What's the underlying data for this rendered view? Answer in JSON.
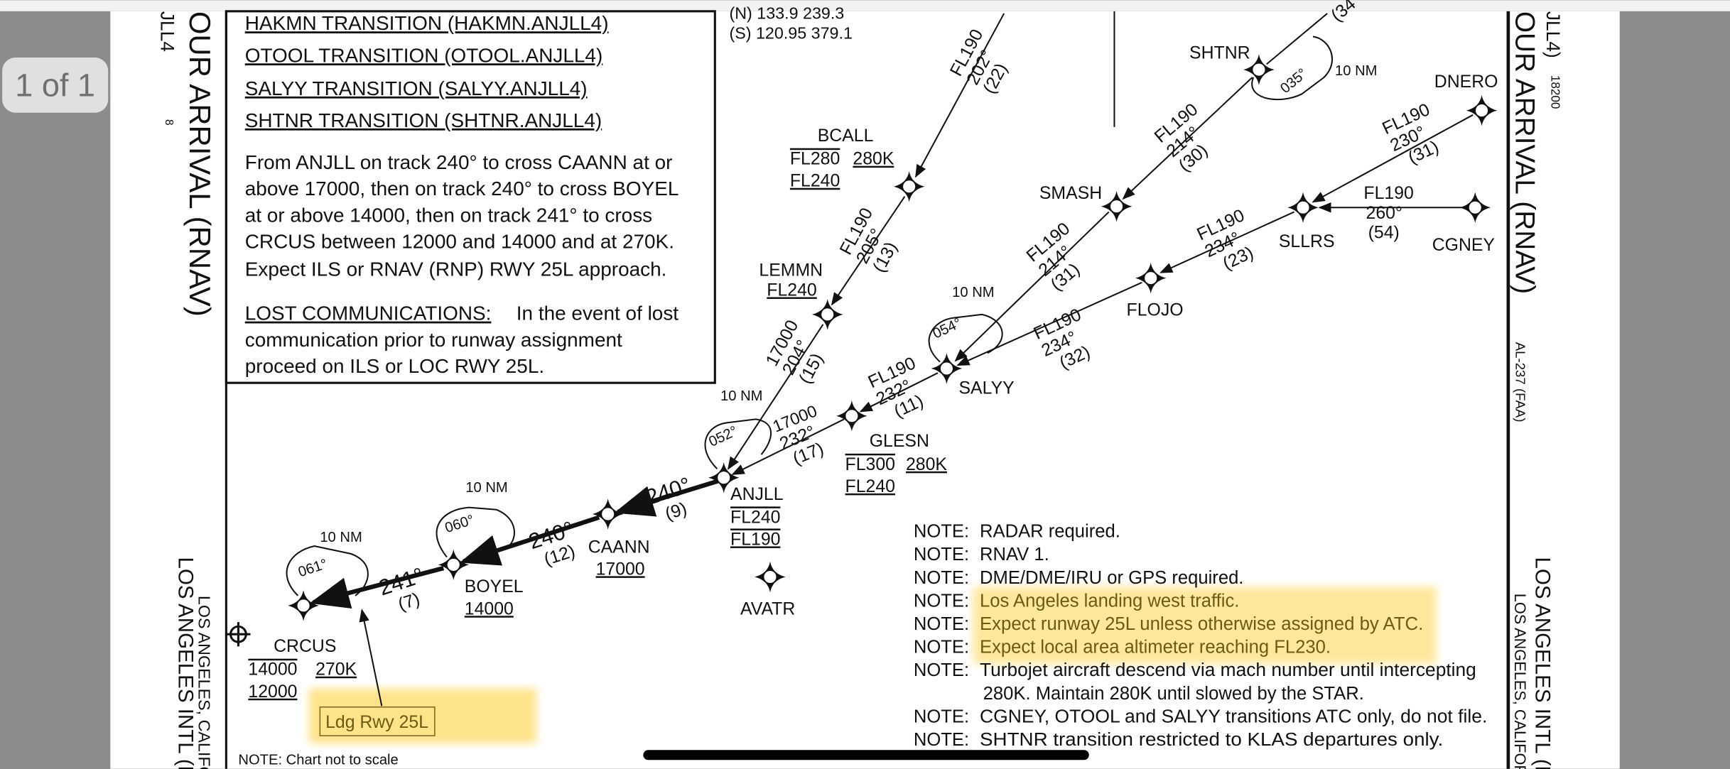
{
  "viewer": {
    "page_indicator": "1 of 1"
  },
  "margin_left": {
    "title_fragment": "OUR ARRIVAL (RNAV)",
    "id_fragment": "JLL4",
    "page_fragment": "8",
    "airport": "LOS ANGELES INTL (LA",
    "city": "LOS ANGELES, CALIFORN"
  },
  "margin_right": {
    "id_fragment": "JLL4)",
    "altitude": "18200",
    "title_fragment": "OUR ARRIVAL (RNAV)",
    "chart_number": "AL-237 (FAA)",
    "airport": "LOS ANGELES INTL (LA",
    "city": "LOS ANGELES, CALIFORN"
  },
  "frequencies": {
    "north": "(N) 133.9  239.3",
    "south": "(S) 120.95  379.1"
  },
  "transitions": [
    "HAKMN TRANSITION (HAKMN.ANJLL4)",
    "OTOOL TRANSITION (OTOOL.ANJLL4)",
    "SALYY TRANSITION (SALYY.ANJLL4)",
    "SHTNR TRANSITION (SHTNR.ANJLL4)"
  ],
  "description": [
    "From ANJLL on track 240° to cross CAANN at or",
    "above 17000, then on track 240° to cross BOYEL",
    "at or above 14000, then on track 241° to cross",
    "CRCUS between 12000 and 14000 and at 270K.",
    "Expect ILS or RNAV (RNP) RWY 25L approach."
  ],
  "lost_comm": {
    "heading": "LOST COMMUNICATIONS:",
    "lines": [
      "In the event of lost",
      "communication prior to runway assignment",
      "proceed on ILS or LOC RWY 25L."
    ]
  },
  "waypoints": {
    "crcus": {
      "name": "CRCUS",
      "alt_top": "14000",
      "speed": "270K",
      "alt_bottom": "12000"
    },
    "boyel": {
      "name": "BOYEL",
      "alt": "14000"
    },
    "caann": {
      "name": "CAANN",
      "alt": "17000"
    },
    "anjll": {
      "name": "ANJLL",
      "alt_top": "FL240",
      "alt_bottom": "FL190"
    },
    "avatr": {
      "name": "AVATR"
    },
    "glesn": {
      "name": "GLESN",
      "alt_top": "FL300",
      "speed": "280K",
      "alt_bottom": "FL240"
    },
    "salyy": {
      "name": "SALYY"
    },
    "flojo": {
      "name": "FLOJO"
    },
    "sllrs": {
      "name": "SLLRS"
    },
    "cgney": {
      "name": "CGNEY"
    },
    "dnero": {
      "name": "DNERO"
    },
    "smash": {
      "name": "SMASH"
    },
    "shtnr": {
      "name": "SHTNR"
    },
    "bcall": {
      "name": "BCALL",
      "alt_top": "FL280",
      "speed": "280K",
      "alt_bottom": "FL240"
    },
    "lemmn": {
      "name": "LEMMN",
      "alt": "FL240"
    }
  },
  "legs": {
    "hakmn_bcall": [
      "FL190",
      "202°",
      "(22)"
    ],
    "bcall_lemmn": [
      "FL190",
      "205°",
      "(13)"
    ],
    "lemmn_anjll": [
      "17000",
      "204°",
      "(15)"
    ],
    "glesn_anjll": [
      "17000",
      "232°",
      "(17)"
    ],
    "salyy_glesn": [
      "FL190",
      "232°",
      "(11)"
    ],
    "smash_salyy": [
      "FL190",
      "214°",
      "(31)"
    ],
    "flojo_salyy": [
      "FL190",
      "234°",
      "(32)"
    ],
    "shtnr_smash": [
      "FL190",
      "214°",
      "(30)"
    ],
    "sllrs_flojo": [
      "FL190",
      "234°",
      "(23)"
    ],
    "dnero_sllrs": [
      "FL190",
      "230°",
      "(31)"
    ],
    "cgney_sllrs": [
      "FL190",
      "260°",
      "(54)"
    ],
    "top_partial": "(34",
    "anjll_caann": [
      "240°",
      "(9)"
    ],
    "caann_boyel": [
      "240°",
      "(12)"
    ],
    "boyel_crcus": [
      "241°",
      "(7)"
    ]
  },
  "holds": {
    "distance": "10 NM",
    "crcus": "061°",
    "boyel": "060°",
    "anjll": "052°",
    "salyy": "054°",
    "shtnr": "035°"
  },
  "annotation": "Ldg Rwy 25L",
  "notes": [
    {
      "label": "NOTE:",
      "text": "RADAR required."
    },
    {
      "label": "NOTE:",
      "text": "RNAV 1."
    },
    {
      "label": "NOTE:",
      "text": "DME/DME/IRU or GPS required."
    },
    {
      "label": "NOTE:",
      "text": "Los Angeles landing west traffic."
    },
    {
      "label": "NOTE:",
      "text": "Expect runway 25L unless otherwise assigned by ATC."
    },
    {
      "label": "NOTE:",
      "text": "Expect local area altimeter reaching FL230."
    },
    {
      "label": "NOTE:",
      "text": "Turbojet aircraft descend via mach number until intercepting",
      "text2": "280K.  Maintain 280K until slowed by the STAR."
    },
    {
      "label": "NOTE:",
      "text": "CGNEY, OTOOL and SALYY transitions ATC only, do not file."
    },
    {
      "label": "NOTE:",
      "text": "SHTNR transition restricted to KLAS departures only."
    }
  ],
  "footer_note": "NOTE:  Chart not to scale",
  "colors": {
    "highlight": "#fdd85a",
    "page": "#ffffff",
    "backdrop": "#8c8c8c"
  }
}
